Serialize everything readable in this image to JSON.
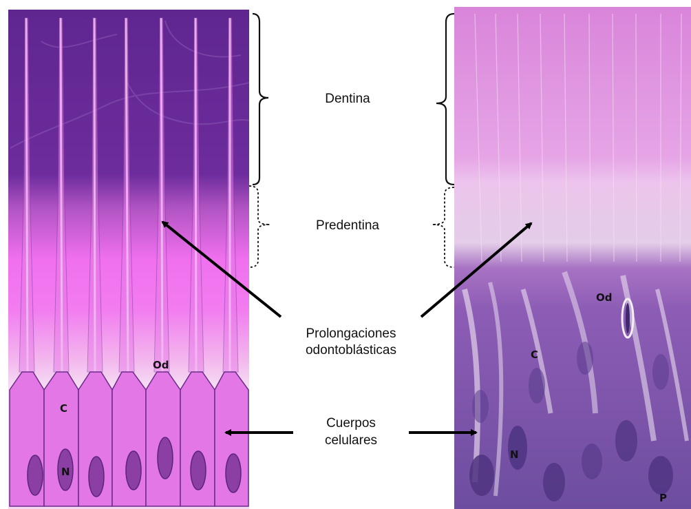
{
  "labels": {
    "dentina": "Dentina",
    "predentina": "Predentina",
    "prolongaciones_line1": "Prolongaciones",
    "prolongaciones_line2": "odontoblásticas",
    "cuerpos_line1": "Cuerpos",
    "cuerpos_line2": "celulares"
  },
  "diagram_marks": {
    "od": "Od",
    "c": "C",
    "n": "N"
  },
  "micro_marks": {
    "od": "Od",
    "c": "C",
    "n": "N",
    "p": "P"
  },
  "colors": {
    "dentin": "#6a2c98",
    "predentin": "#e07ae0",
    "cell": "#e477e6",
    "nucleus": "#8a3aa0",
    "micro_dentin": "#d98fdb",
    "micro_cells": "#7a5aa8"
  }
}
